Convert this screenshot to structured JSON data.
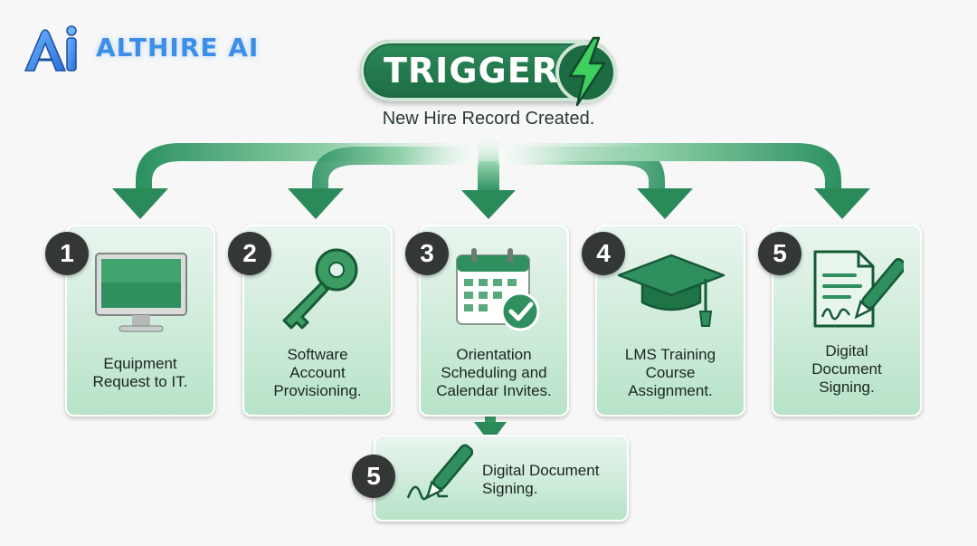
{
  "brand": {
    "name": "ALTHIRE AI",
    "color": "#3d8fe6"
  },
  "trigger": {
    "label": "TRIGGER",
    "subtitle": "New Hire Record Created."
  },
  "colors": {
    "accent": "#1c6b42",
    "card": "#b7e3c8",
    "badge": "#333836"
  },
  "steps": [
    {
      "number": "1",
      "label_lines": [
        "Equipment",
        "Request to IT."
      ],
      "icon": "monitor-icon"
    },
    {
      "number": "2",
      "label_lines": [
        "Software",
        "Account",
        "Provisioning."
      ],
      "icon": "key-icon"
    },
    {
      "number": "3",
      "label_lines": [
        "Orientation",
        "Scheduling and",
        "Calendar Invites."
      ],
      "icon": "calendar-check-icon"
    },
    {
      "number": "4",
      "label_lines": [
        "LMS Training",
        "Course",
        "Assignment."
      ],
      "icon": "graduation-cap-icon"
    },
    {
      "number": "5",
      "label_lines": [
        "Digital",
        "Document",
        "Signing."
      ],
      "icon": "signed-document-icon"
    }
  ],
  "extra_step": {
    "number": "5",
    "label_lines": [
      "Digital Document",
      "Signing."
    ],
    "icon": "pen-signature-icon"
  }
}
